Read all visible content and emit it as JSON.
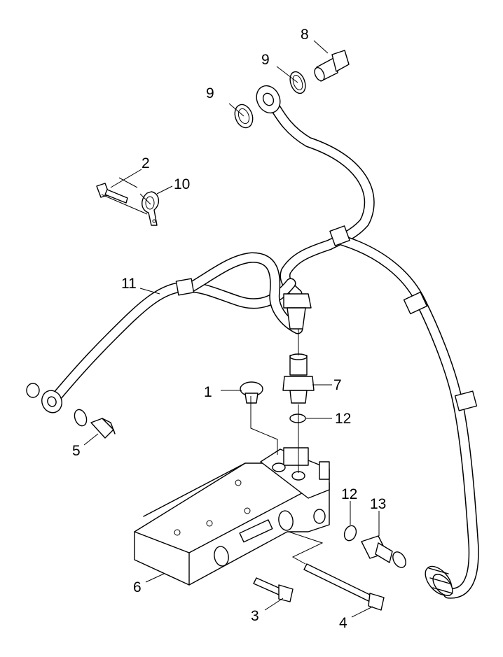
{
  "callouts": [
    {
      "id": "c1",
      "text": "1"
    },
    {
      "id": "c2",
      "text": "2"
    },
    {
      "id": "c3",
      "text": "3"
    },
    {
      "id": "c4",
      "text": "4"
    },
    {
      "id": "c5",
      "text": "5"
    },
    {
      "id": "c6",
      "text": "6"
    },
    {
      "id": "c7",
      "text": "7"
    },
    {
      "id": "c8",
      "text": "8"
    },
    {
      "id": "c9a",
      "text": "9"
    },
    {
      "id": "c9b",
      "text": "9"
    },
    {
      "id": "c10",
      "text": "10"
    },
    {
      "id": "c11",
      "text": "11"
    },
    {
      "id": "c12a",
      "text": "12"
    },
    {
      "id": "c12b",
      "text": "12"
    },
    {
      "id": "c13",
      "text": "13"
    }
  ]
}
